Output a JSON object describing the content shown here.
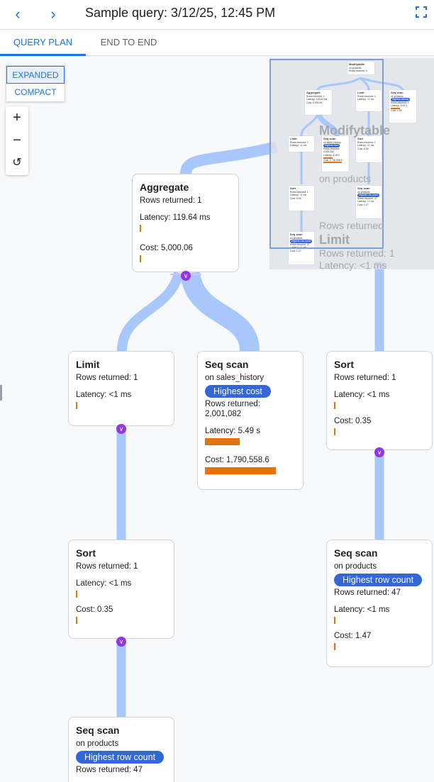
{
  "header": {
    "title": "Sample query: 3/12/25, 12:45 PM",
    "back_icon": "chevron-left-icon",
    "forward_icon": "chevron-right-icon",
    "fullscreen_icon": "fullscreen-icon"
  },
  "tabs": [
    {
      "label": "QUERY PLAN",
      "active": true
    },
    {
      "label": "END TO END",
      "active": false
    }
  ],
  "view_toggle": {
    "expanded": "EXPANDED",
    "compact": "COMPACT",
    "selected": "EXPANDED"
  },
  "zoom_controls": {
    "zoom_in": "+",
    "zoom_out": "−",
    "reset": "↺"
  },
  "colors": {
    "accent": "#1a73e8",
    "badge": "#3367d6",
    "bar": "#e8710a",
    "edge": "#a8c7fa",
    "chevron": "#9334e6"
  },
  "nodes": {
    "aggregate": {
      "title": "Aggregate",
      "rows": "Rows returned: 1",
      "latency": "Latency: 119.64 ms",
      "cost": "Cost: 5,000.06"
    },
    "limit": {
      "title": "Limit",
      "rows": "Rows returned: 1",
      "latency": "Latency: <1 ms"
    },
    "seq_sales": {
      "title": "Seq scan",
      "on": "on sales_history",
      "badge": "Highest cost",
      "rows": "Rows returned:",
      "rows_value": "2,001,082",
      "latency": "Latency: 5.49 s",
      "cost": "Cost: 1,790,558.6"
    },
    "sort_right": {
      "title": "Sort",
      "rows": "Rows returned: 1",
      "latency": "Latency: <1 ms",
      "cost": "Cost: 0.35"
    },
    "sort_left": {
      "title": "Sort",
      "rows": "Rows returned: 1",
      "latency": "Latency: <1 ms",
      "cost": "Cost: 0.35"
    },
    "seq_products_right": {
      "title": "Seq scan",
      "on": "on products",
      "badge": "Highest row count",
      "rows": "Rows returned: 47",
      "latency": "Latency: <1 ms",
      "cost": "Cost: 1.47"
    },
    "seq_products_left": {
      "title": "Seq scan",
      "on": "on products",
      "badge": "Highest row count",
      "rows": "Rows returned: 47"
    }
  },
  "ghost_nodes": {
    "modify": {
      "title": "Modifytable",
      "on": "on products",
      "rows": "Rows returned"
    },
    "limit": {
      "title": "Limit",
      "rows": "Rows returned: 1",
      "latency": "Latency: <1 ms"
    }
  },
  "minimap": {
    "modify": {
      "title": "Modifytable",
      "on": "on products",
      "rows": "Rows returned: 0"
    },
    "aggregate": {
      "title": "Aggregate",
      "rows": "Rows returned: 1",
      "latency": "Latency: 119.64 ms",
      "cost": "Cost: 5,000.06"
    },
    "limit1": {
      "title": "Limit",
      "rows": "Rows returned: 1",
      "latency": "Latency: <1 ms"
    },
    "seq_latency": {
      "title": "Seq scan",
      "on": "on products",
      "badge": "Highest latency",
      "rows": "Rows returned: 1",
      "latency": "Latency: 5.61 s",
      "cost": "Cost: 1.58"
    },
    "limit2": {
      "title": "Limit",
      "rows": "Rows returned: 1",
      "latency": "Latency: <1 ms"
    },
    "seq_sales": {
      "title": "Seq scan",
      "on": "on sales_history",
      "badge": "Highest cost",
      "rows": "Rows returned: 2,001,082",
      "latency": "Latency: 5.49 s",
      "cost": "Cost: 1,790,558.6"
    },
    "sort1": {
      "title": "Sort",
      "rows": "Rows returned: 1",
      "latency": "Latency: <1 ms",
      "cost": "Cost: 0.35"
    },
    "sort2": {
      "title": "Sort",
      "rows": "Rows returned: 1",
      "latency": "Latency: <1 ms",
      "cost": "Cost: 0.35"
    },
    "seq_prod1": {
      "title": "Seq scan",
      "on": "on products",
      "badge": "Highest row count",
      "rows": "Rows returned: 47",
      "latency": "Latency: <1 ms",
      "cost": "Cost: 1.47"
    },
    "seq_prod2": {
      "title": "Seq scan",
      "on": "on products",
      "badge": "Highest row count",
      "rows": "Rows returned: 47",
      "latency": "Latency: <1 ms",
      "cost": "Cost: 1.47"
    }
  }
}
